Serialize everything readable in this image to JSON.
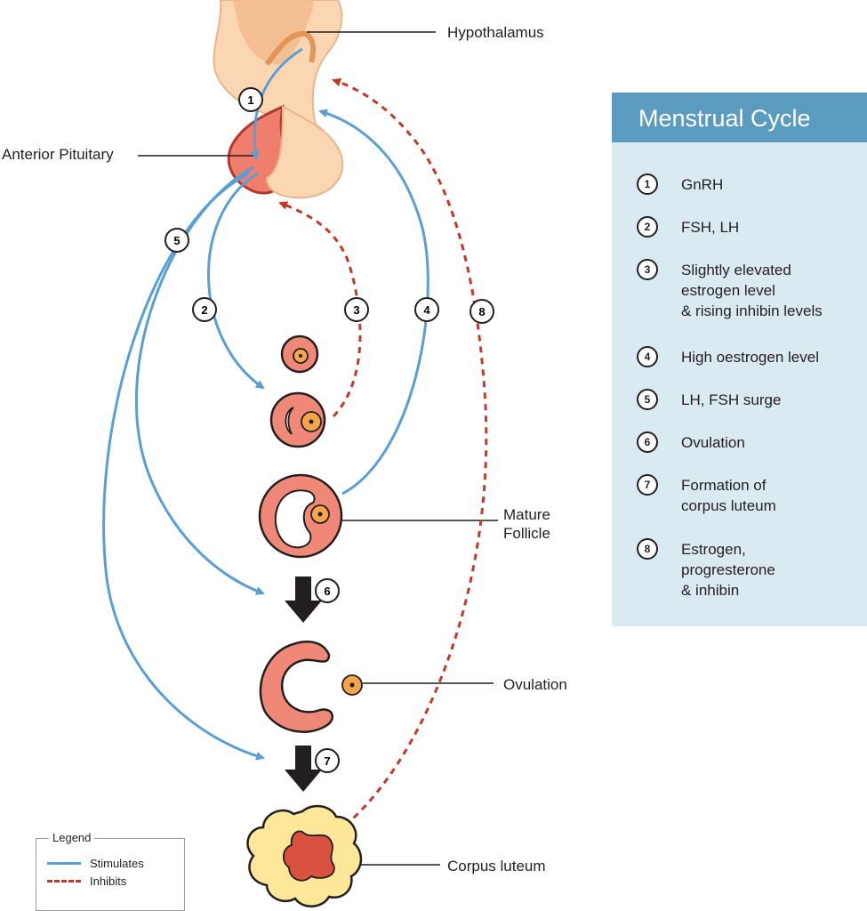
{
  "labels": {
    "hypothalamus": "Hypothalamus",
    "anterior_pituitary": "Anterior Pituitary",
    "mature_follicle": "Mature\nFollicle",
    "ovulation": "Ovulation",
    "corpus_luteum": "Corpus luteum"
  },
  "panel": {
    "title": "Menstrual Cycle",
    "items": [
      {
        "num": "1",
        "text": "GnRH"
      },
      {
        "num": "2",
        "text": "FSH, LH"
      },
      {
        "num": "3",
        "text": "Slightly elevated\nestrogen level\n& rising inhibin levels"
      },
      {
        "num": "4",
        "text": "High oestrogen level"
      },
      {
        "num": "5",
        "text": "LH, FSH surge"
      },
      {
        "num": "6",
        "text": "Ovulation"
      },
      {
        "num": "7",
        "text": "Formation of\ncorpus luteum"
      },
      {
        "num": "8",
        "text": "Estrogen,\nprogresterone\n& inhibin"
      }
    ]
  },
  "legend": {
    "title": "Legend",
    "stimulates": "Stimulates",
    "inhibits": "Inhibits"
  },
  "colors": {
    "stimulates": "#5a9fd4",
    "inhibits": "#c0392b",
    "panel_header": "#5b9bbf",
    "panel_body": "#daeaf1",
    "follicle": "#f08878",
    "corpus_luteum": "#fde89a"
  }
}
